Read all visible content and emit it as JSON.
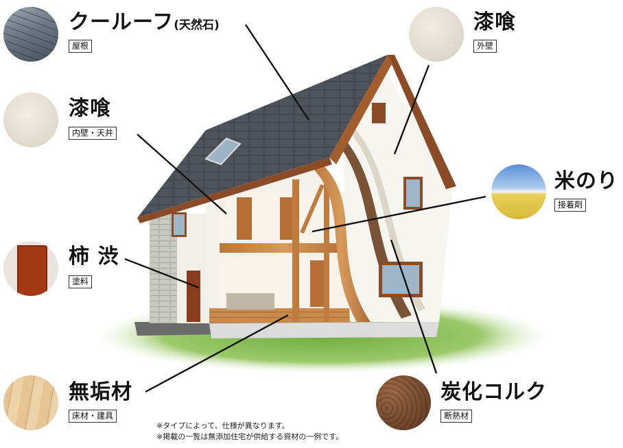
{
  "labels": [
    {
      "id": "roof",
      "title": "クールーフ",
      "title_sub": "(天然石)",
      "tag": "屋根"
    },
    {
      "id": "plaster-exterior",
      "title": "漆喰",
      "tag": "外壁"
    },
    {
      "id": "plaster-interior",
      "title": "漆喰",
      "tag": "内壁・天井"
    },
    {
      "id": "rice-glue",
      "title": "米のり",
      "tag": "接着剤"
    },
    {
      "id": "persimmon",
      "title": "柿 渋",
      "tag": "塗料"
    },
    {
      "id": "solid-wood",
      "title": "無垢材",
      "tag": "床材・建具"
    },
    {
      "id": "cork",
      "title": "炭化コルク",
      "tag": "断熱材"
    }
  ],
  "notes": [
    "※タイプによって、仕様が異なります。",
    "※掲載の一覧は無添加住宅が供給する資材の一例です。"
  ],
  "colors": {
    "roof": "#4a4f57",
    "plaster": "#f4f1ea",
    "wood": "#c9864a",
    "lawn": "#7fb548",
    "cork": "#8a5a3a"
  }
}
